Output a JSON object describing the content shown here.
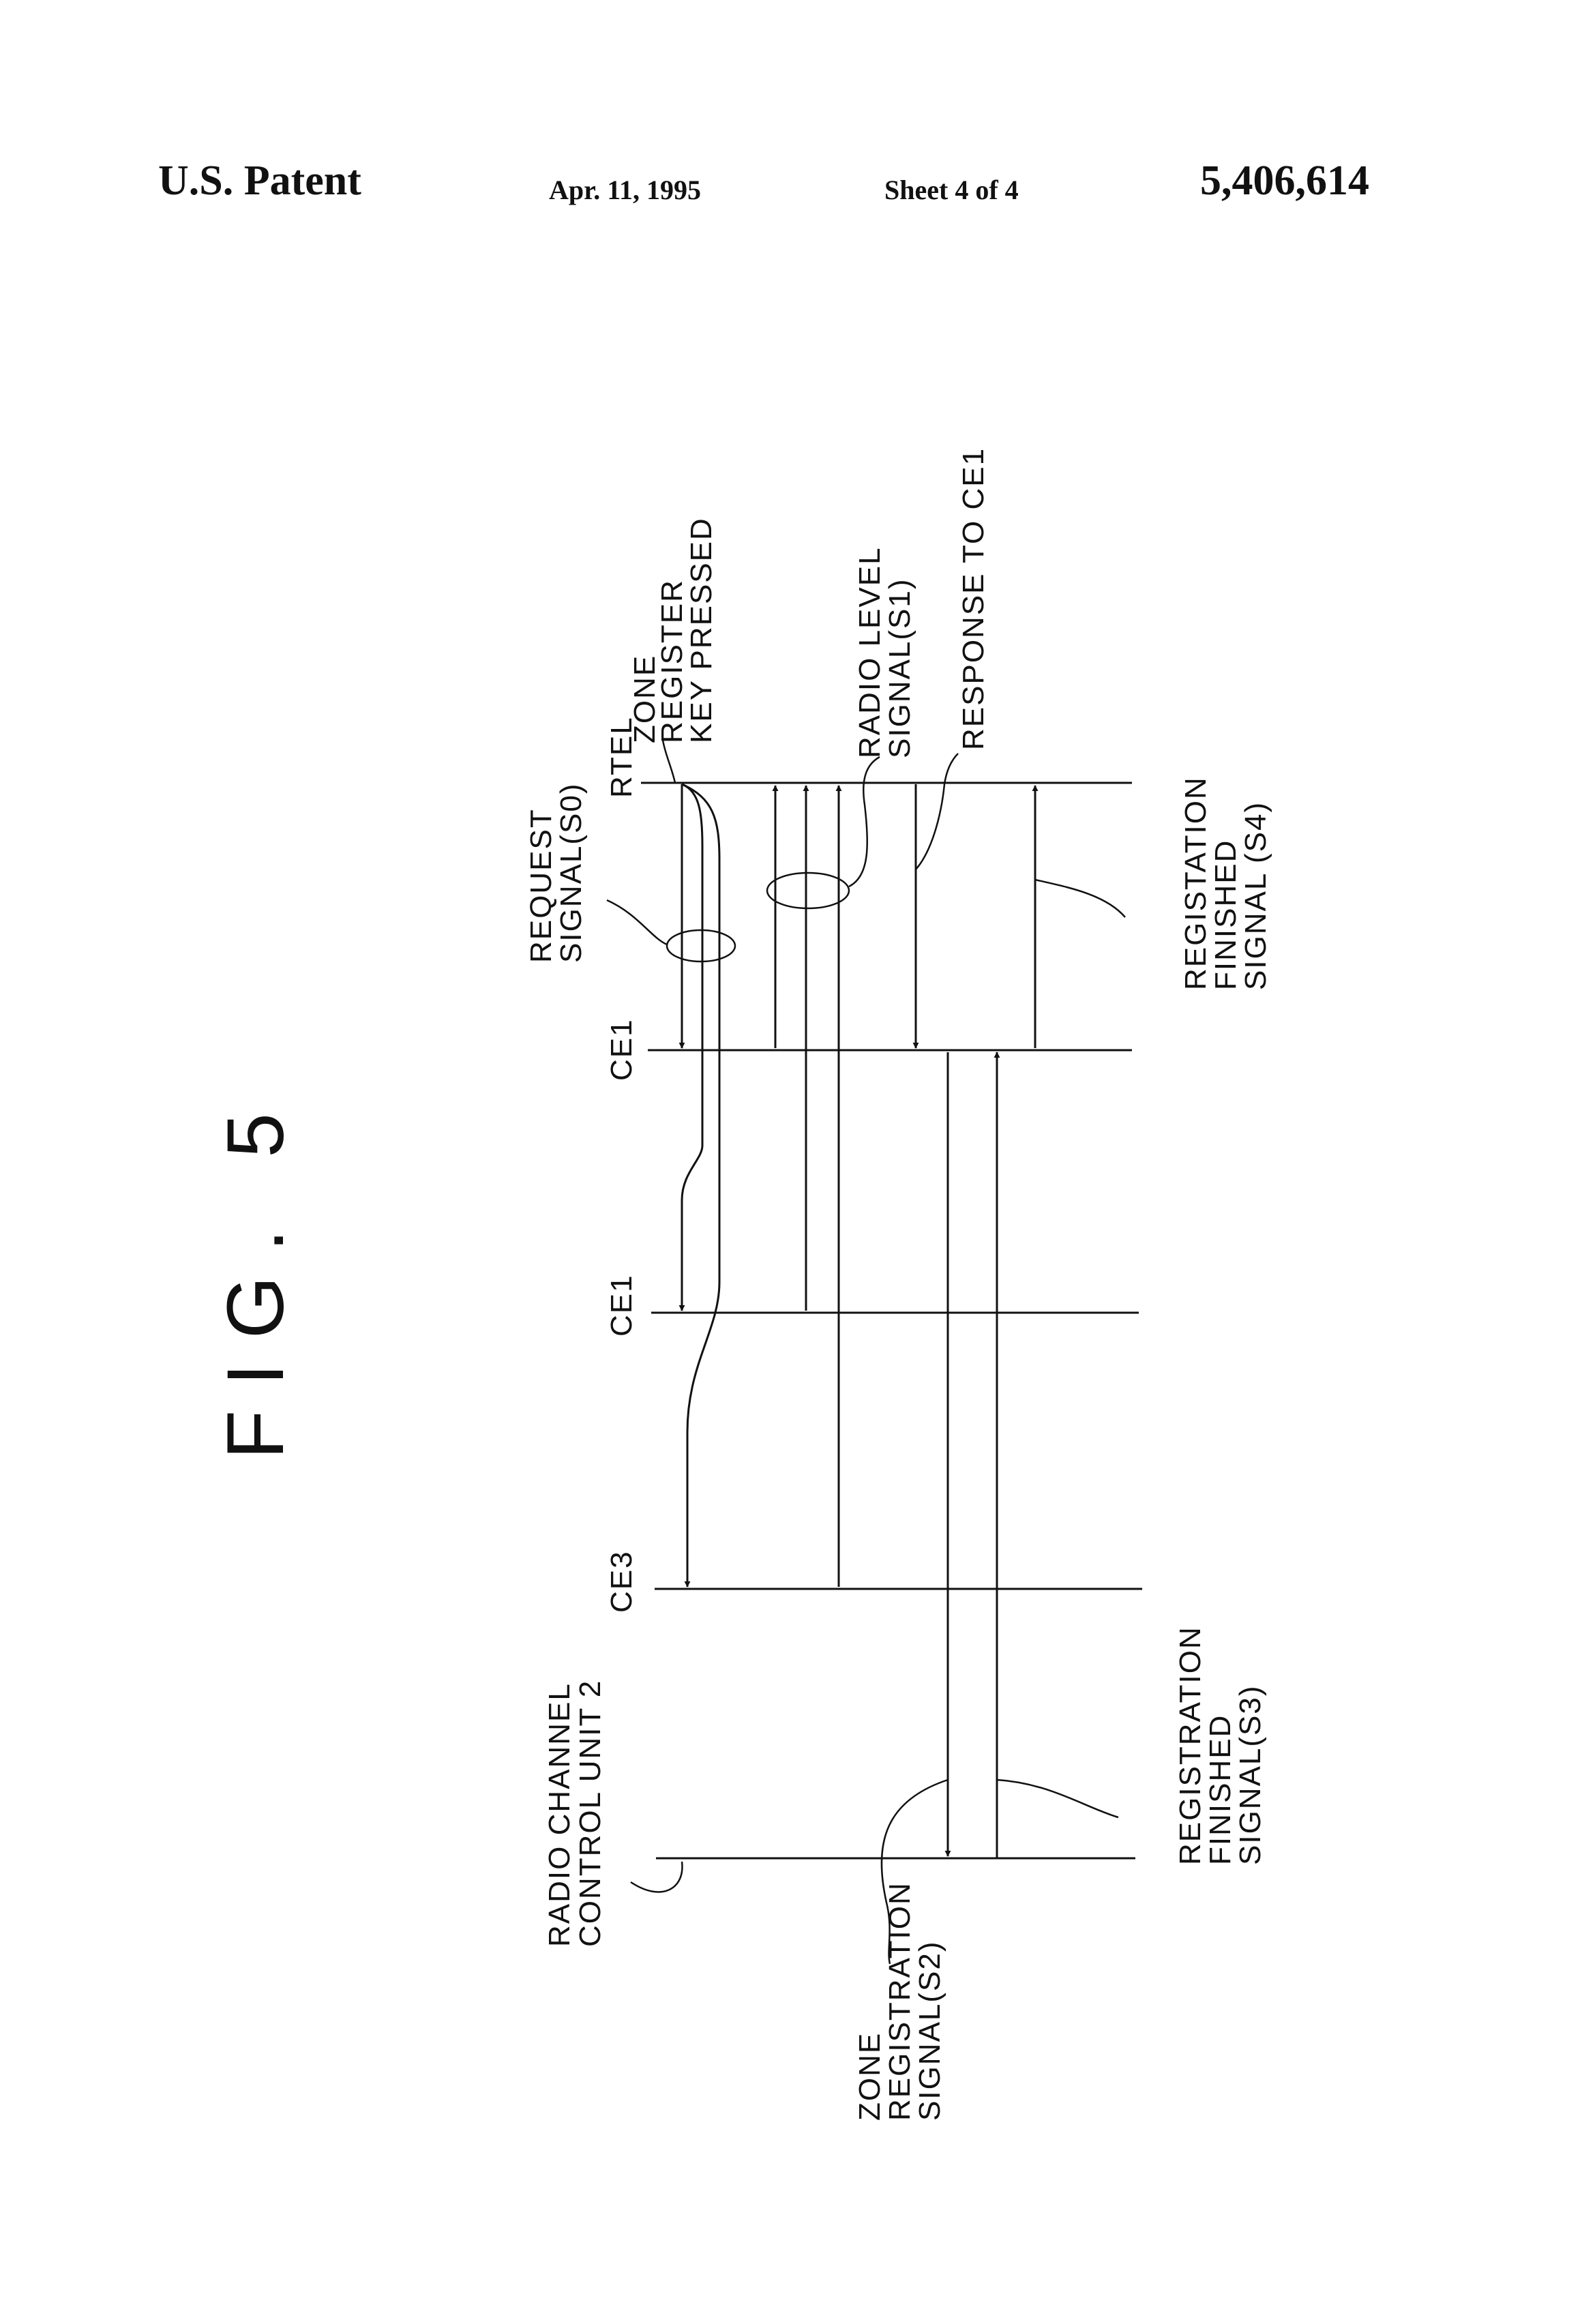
{
  "header": {
    "left_title": "U.S. Patent",
    "date": "Apr. 11, 1995",
    "sheet": "Sheet 4 of 4",
    "patent_number": "5,406,614"
  },
  "figure": {
    "title": "FIG. 5"
  },
  "stations": {
    "rtel": "RTEL",
    "ce1_first": "CE1",
    "ce1_second": "CE1",
    "ce3": "CE3",
    "radio_channel_line1": "RADIO CHANNEL",
    "radio_channel_line2": "CONTROL UNIT 2"
  },
  "signals": {
    "zone_key": [
      "ZONE",
      "REGISTER",
      "KEY PRESSED"
    ],
    "request": [
      "REQUEST",
      "SIGNAL(S0)"
    ],
    "radio_level": [
      "RADIO LEVEL",
      "SIGNAL(S1)"
    ],
    "response": [
      "RESPONSE TO CE1"
    ],
    "registration_s4": [
      "REGISTATION",
      "FINISHED",
      "SIGNAL (S4)"
    ],
    "registration_s3": [
      "REGISTRATION",
      "FINISHED",
      "SIGNAL(S3)"
    ],
    "zone_registration_s2": [
      "ZONE",
      "REGISTRATION",
      "SIGNAL(S2)"
    ]
  }
}
